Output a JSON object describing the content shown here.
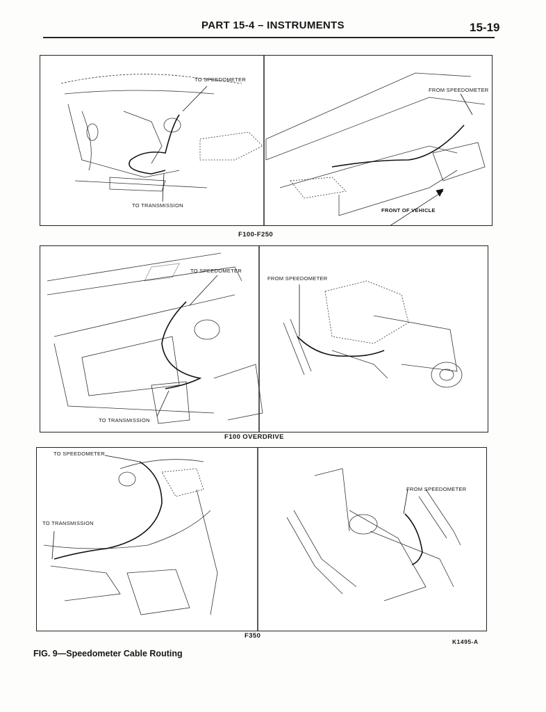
{
  "header": {
    "title": "PART 15-4 – INSTRUMENTS",
    "page": "15-19"
  },
  "panels": {
    "row1": {
      "caption": "F100-F250",
      "left": {
        "to_speedometer": "TO SPEEDOMETER",
        "to_transmission": "TO TRANSMISSION"
      },
      "right": {
        "from_speedometer": "FROM SPEEDOMETER",
        "front_of_vehicle": "FRONT OF VEHICLE"
      }
    },
    "row2": {
      "caption": "F100 OVERDRIVE",
      "left": {
        "to_speedometer": "TO SPEEDOMETER",
        "to_transmission": "TO TRANSMISSION"
      },
      "right": {
        "from_speedometer": "FROM SPEEDOMETER"
      }
    },
    "row3": {
      "caption": "F350",
      "left": {
        "to_speedometer": "TO SPEEDOMETER",
        "to_transmission": "TO TRANSMISSION"
      },
      "right": {
        "from_speedometer": "FROM SPEEDOMETER"
      }
    }
  },
  "figure": {
    "caption": "FIG. 9—Speedometer Cable Routing",
    "reference": "K1495-A"
  }
}
